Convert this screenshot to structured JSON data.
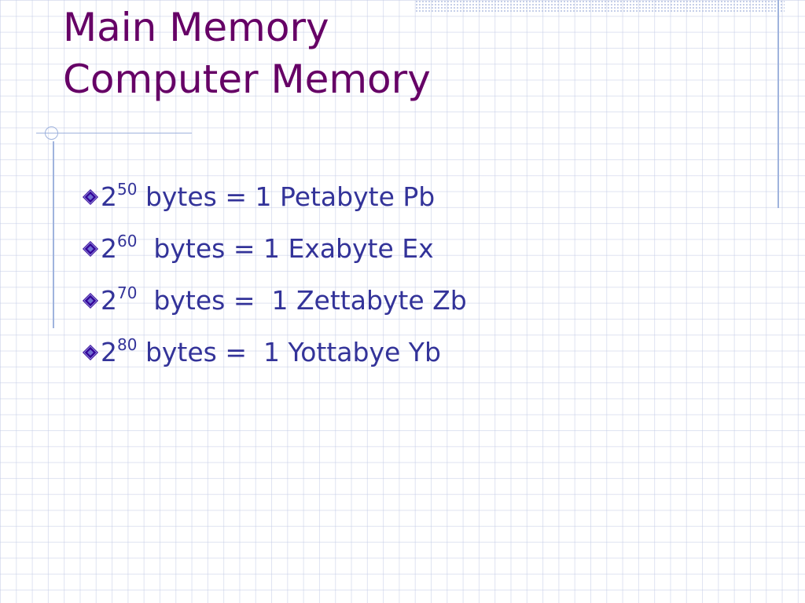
{
  "slide": {
    "title_lines": [
      "Main Memory",
      "Computer Memory"
    ],
    "bullets": [
      {
        "base": "2",
        "exponent": "50",
        "text": " bytes = 1 Petabyte Pb"
      },
      {
        "base": "2",
        "exponent": "60",
        "text": "  bytes = 1 Exabyte Ex"
      },
      {
        "base": "2",
        "exponent": "70",
        "text": "  bytes =  1 Zettabyte Zb"
      },
      {
        "base": "2",
        "exponent": "80",
        "text": " bytes =  1 Yottabye Yb"
      }
    ],
    "bullet_icon": "diamond-bullet-icon"
  },
  "colors": {
    "title": "#660066",
    "body_text": "#333399",
    "grid_lines": "#c4cce6",
    "decorative_lines": "#9fb3dd",
    "bullet_fill": "#330099"
  }
}
